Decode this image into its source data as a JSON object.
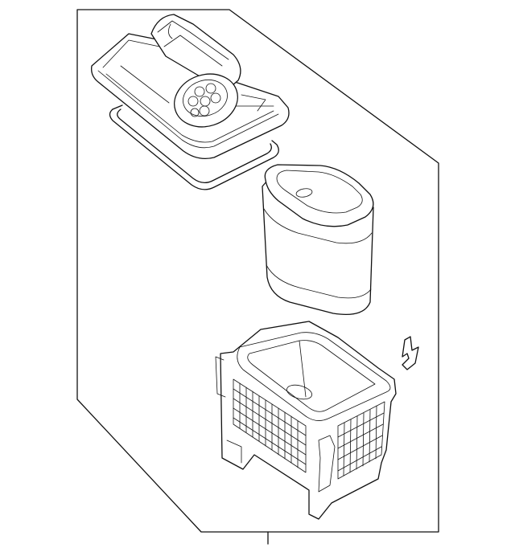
{
  "diagram": {
    "description_free": true,
    "parts": [
      {
        "id": "upper-cover"
      },
      {
        "id": "cover-gasket"
      },
      {
        "id": "filter-element"
      },
      {
        "id": "lower-housing"
      },
      {
        "id": "clip"
      }
    ],
    "colors": {
      "line": "#111111",
      "background": "#ffffff"
    }
  }
}
